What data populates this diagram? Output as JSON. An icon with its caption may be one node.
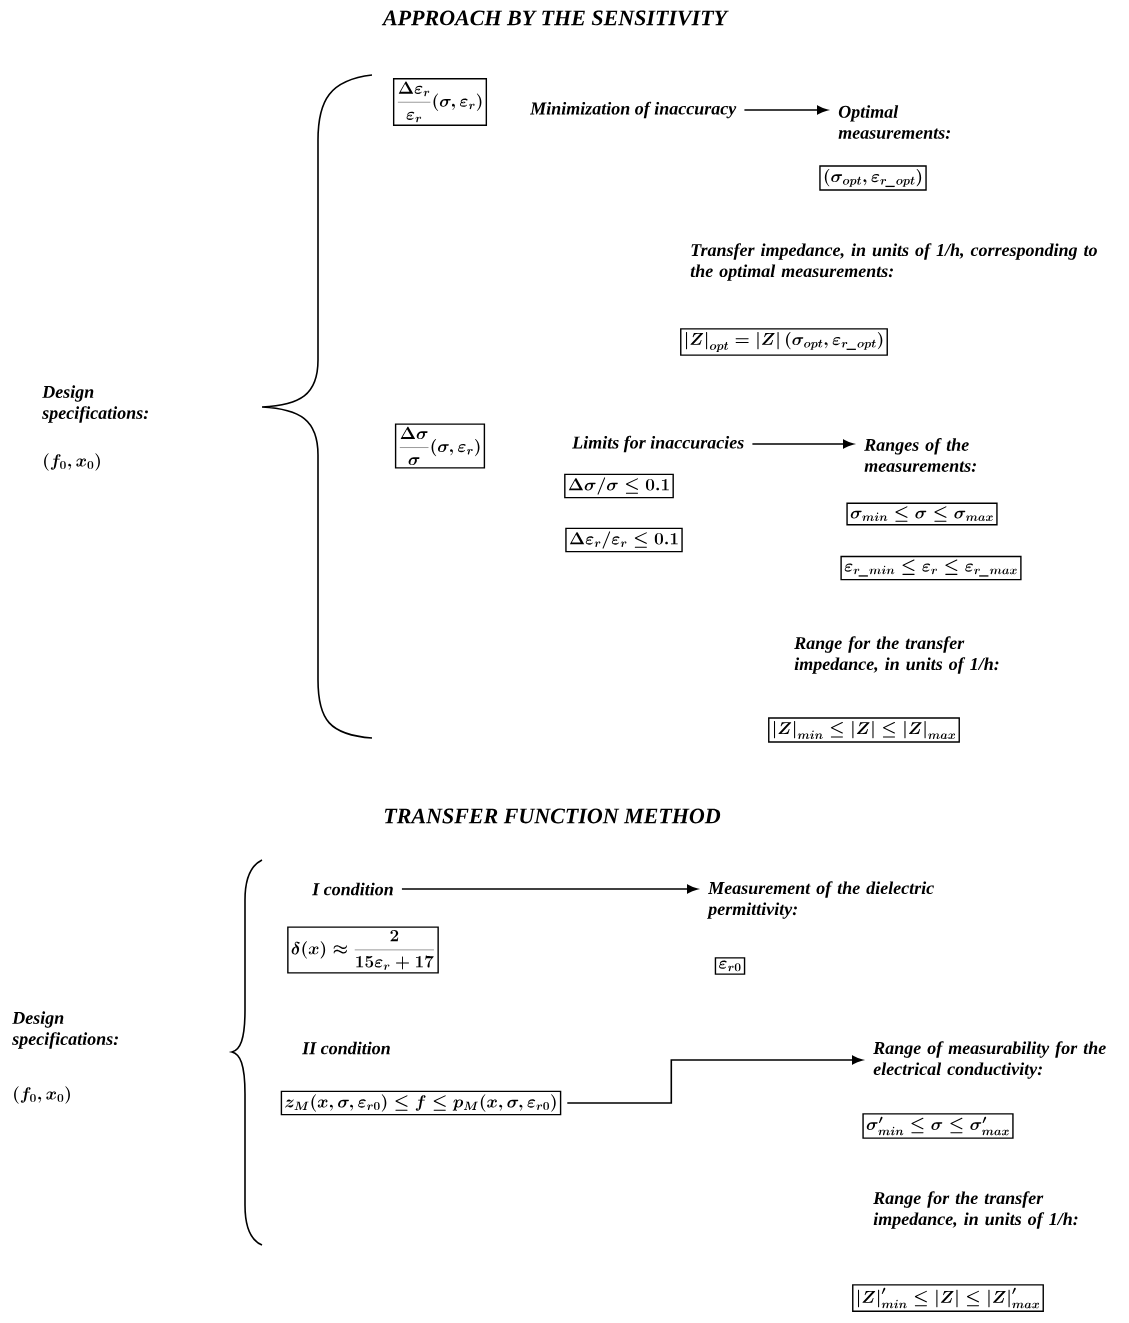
{
  "diagram": {
    "nodes": [
      {
        "text": [
          "\\frac{\\Delta\\varepsilon_r}{\\varepsilon_r}(\\sigma,\\varepsilon_r)"
        ]
      },
      {
        "text": [
          "Minimization of inaccuracy"
        ]
      },
      {
        "text": [
          "Optimal measurements:"
        ]
      },
      {
        "text": [
          "(\\sigma_{opt},\\varepsilon_{r\\_opt})"
        ]
      },
      {
        "text": [
          "\\left|Z\\right|_{opt}=\\left|Z\\right|(\\sigma_{opt},\\varepsilon_{r\\_opt})"
        ]
      },
      {
        "text": [
          "\\frac{\\Delta\\sigma}{\\sigma}(\\sigma,\\varepsilon_r)"
        ]
      },
      {
        "text": [
          "Limits for inaccuracies"
        ]
      },
      {
        "text": [
          "Ranges of the measurements:"
        ]
      },
      {
        "text": [
          "\\Delta\\sigma/\\sigma\\leq 0.1"
        ]
      },
      {
        "text": [
          "\\Delta\\varepsilon_r/\\varepsilon_r\\leq 0.1"
        ]
      },
      {
        "text": [
          "\\sigma_{min}\\leq\\sigma\\leq\\sigma_{max}"
        ]
      },
      {
        "text": [
          "\\varepsilon_{r\\_min}\\leq\\varepsilon_r\\leq\\varepsilon_{r\\_max}"
        ]
      },
      {
        "text": [
          "\\left|Z\\right|_{min}\\leq\\left|Z\\right|\\leq\\left|Z\\right|_{max}"
        ]
      },
      {
        "text": [
          "I condition"
        ]
      },
      {
        "text": [
          "\\delta(x)\\approx\\frac{2}{15\\varepsilon_r+17}"
        ]
      },
      {
        "text": [
          "Measurement of the dielectric permittivity:"
        ]
      },
      {
        "text": [
          "\\varepsilon_{r0}"
        ]
      },
      {
        "text": [
          "II condition"
        ]
      },
      {
        "text": [
          "z_M(x,\\sigma,\\varepsilon_{r0})\\leq f\\leq p_M(x,\\sigma,\\varepsilon_{r0})"
        ]
      },
      {
        "text": [
          "Range of measurability for the electrical conductivity:"
        ]
      },
      {
        "text": [
          "\\sigma'_{min}\\leq\\sigma\\leq\\sigma'_{max}"
        ]
      },
      {
        "text": [
          "\\left|Z\\right|'_{min}\\leq\\left|Z\\right|\\leq\\left|Z\\right|'_{max}"
        ]
      }
    ],
    "edges": [
      {
        "from": 1,
        "to": 2,
        "arrow": "to"
      },
      {
        "from": 6,
        "to": 7,
        "arrow": "to"
      },
      {
        "from": 13,
        "to": 15,
        "arrow": "to"
      },
      {
        "from": 18,
        "to": 19,
        "arrow": "to"
      }
    ],
    "labels": [
      "APPROACH BY THE SENSITIVITY",
      "Design specifications:",
      "(f_0,x_0)",
      "Transfer impedance, in units of 1/h, corresponding to the optimal measurements:",
      "Range for the transfer impedance, in units of 1/h:",
      "TRANSFER FUNCTION METHOD",
      "Design specifications:",
      "(f_0,x_0)",
      "Range for the transfer impedance, in units of 1/h:"
    ]
  }
}
